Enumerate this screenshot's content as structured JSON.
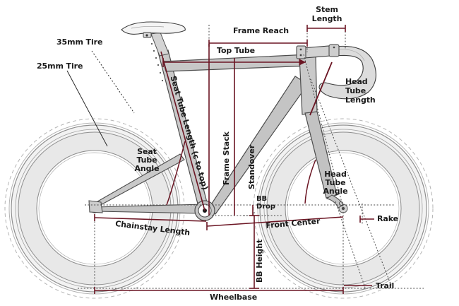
{
  "diagram": {
    "title": "Bicycle Frame Geometry Diagram",
    "type": "technical-illustration",
    "colors": {
      "measure_line": "#6b1523",
      "frame_fill": "#c9c9c9",
      "frame_stroke": "#4a4a4a",
      "wheel_stroke": "#9a9a9a",
      "tire_fill": "#ededed",
      "text": "#1a1a1a",
      "background": "#ffffff",
      "leader_line": "#2a2a2a"
    },
    "labels": {
      "tire_35": "35mm Tire",
      "tire_25": "25mm Tire",
      "frame_reach": "Frame Reach",
      "top_tube": "Top Tube",
      "stem_length_1": "Stem",
      "stem_length_2": "Length",
      "head_tube_length_1": "Head",
      "head_tube_length_2": "Tube",
      "head_tube_length_3": "Length",
      "seat_tube_length": "Seat Tube Length (c to top)",
      "frame_stack": "Frame Stack",
      "standover": "Standover",
      "seat_tube_angle_1": "Seat",
      "seat_tube_angle_2": "Tube",
      "seat_tube_angle_3": "Angle",
      "head_tube_angle_1": "Head",
      "head_tube_angle_2": "Tube",
      "head_tube_angle_3": "Angle",
      "bb_drop_1": "BB",
      "bb_drop_2": "Drop",
      "bb_height": "BB Height",
      "chainstay_length": "Chainstay Length",
      "front_center": "Front Center",
      "rake": "Rake",
      "trail": "Trail",
      "wheelbase": "Wheelbase"
    },
    "measurements": [
      "Frame Reach",
      "Top Tube",
      "Stem Length",
      "Head Tube Length",
      "Seat Tube Length (c to top)",
      "Frame Stack",
      "Standover",
      "Seat Tube Angle",
      "Head Tube Angle",
      "BB Drop",
      "BB Height",
      "Chainstay Length",
      "Front Center",
      "Rake",
      "Trail",
      "Wheelbase"
    ],
    "annotations": [
      "35mm Tire",
      "25mm Tire"
    ]
  }
}
